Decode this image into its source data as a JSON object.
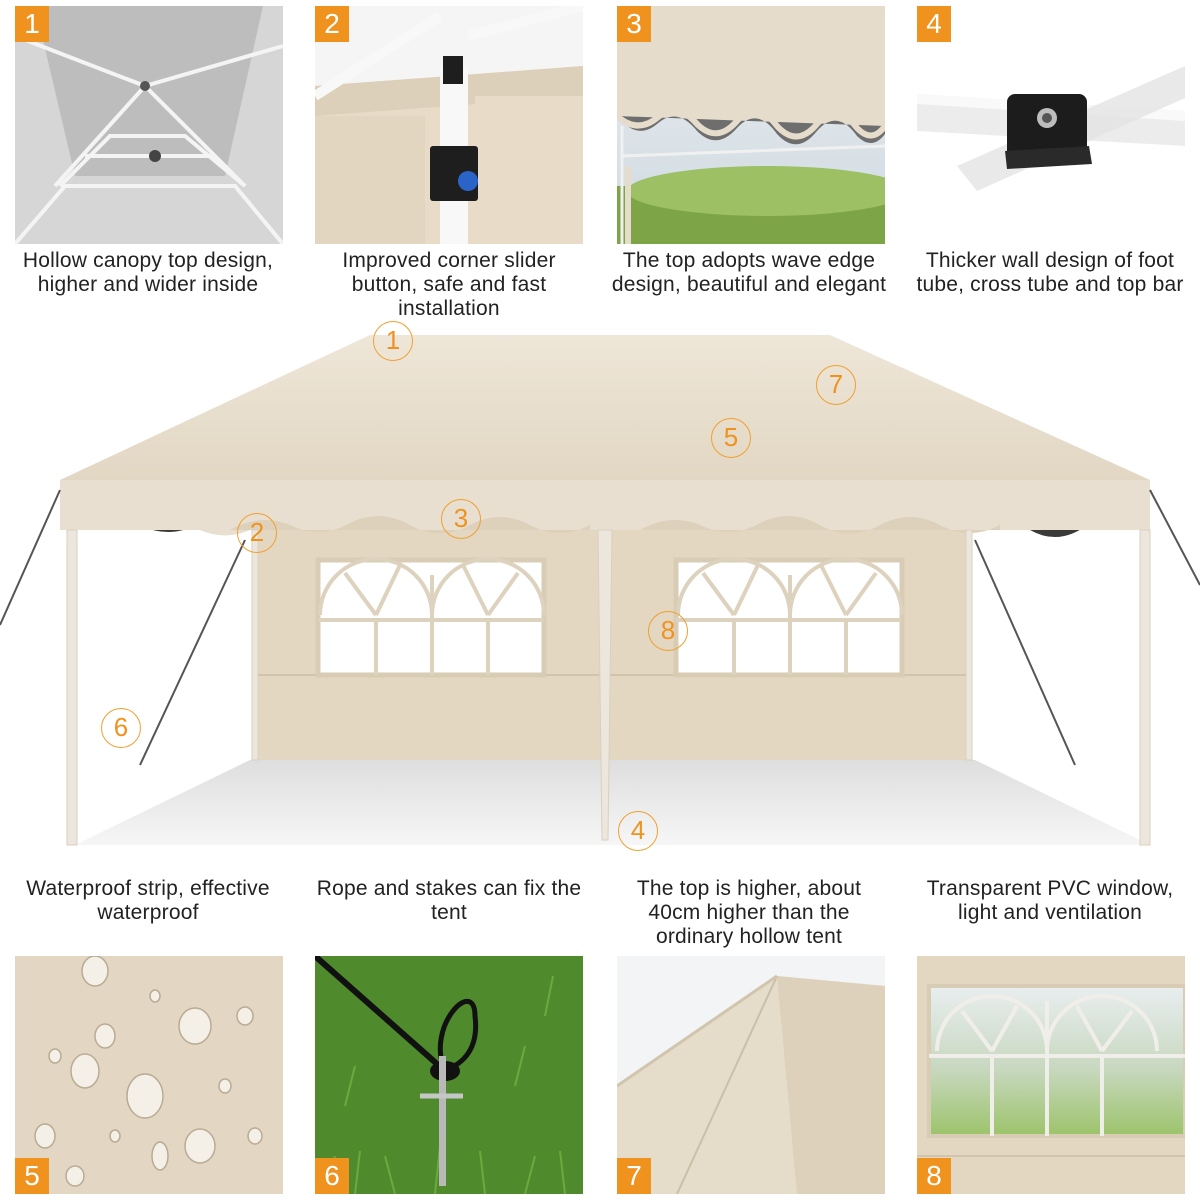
{
  "top_features": [
    {
      "number": "1",
      "caption": "Hollow canopy top design, higher and wider inside"
    },
    {
      "number": "2",
      "caption": "Improved corner slider button, safe and fast installation"
    },
    {
      "number": "3",
      "caption": "The top adopts wave edge design, beautiful and elegant"
    },
    {
      "number": "4",
      "caption": "Thicker wall design of foot tube, cross tube and top bar"
    }
  ],
  "bottom_features": [
    {
      "number": "5",
      "caption": "Waterproof strip, effective waterproof"
    },
    {
      "number": "6",
      "caption": "Rope and stakes can fix the tent"
    },
    {
      "number": "7",
      "caption": "The top is higher, about 40cm higher than the ordinary hollow tent"
    },
    {
      "number": "8",
      "caption": "Transparent PVC window, light and ventilation"
    }
  ],
  "tent_markers": [
    "1",
    "2",
    "3",
    "4",
    "5",
    "6",
    "7",
    "8"
  ],
  "colors": {
    "accent": "#f0921e",
    "canopy": "#e9dfcf",
    "canopy_shadow": "#d8cbb6",
    "frame": "#f2efea",
    "text": "#222222"
  }
}
